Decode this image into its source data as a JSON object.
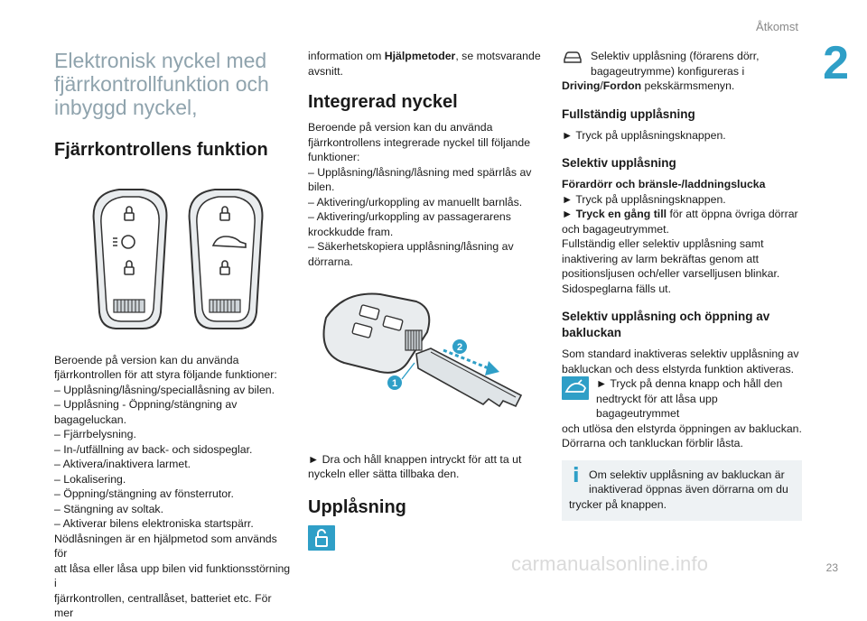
{
  "header": {
    "section_title": "Åtkomst",
    "chapter_number": "2"
  },
  "col1": {
    "main_title_lines": [
      "Elektronisk nyckel med",
      "fjärrkontrollfunktion och",
      "inbyggd nyckel,"
    ],
    "heading": "Fjärrkontrollens funktion",
    "body_lines": [
      "Beroende på version kan du använda",
      "fjärrkontrollen för att styra följande funktioner:",
      "–  Upplåsning/låsning/speciallåsning av bilen.",
      "–  Upplåsning - Öppning/stängning av",
      "bagageluckan.",
      "–  Fjärrbelysning.",
      "–  In-/utfällning av back- och sidospeglar.",
      "–  Aktivera/inaktivera larmet.",
      "–  Lokalisering.",
      "–  Öppning/stängning av fönsterrutor.",
      "–  Stängning av soltak.",
      "–  Aktiverar bilens elektroniska startspärr.",
      "Nödlåsningen är en hjälpmetod som används för",
      "att låsa eller låsa upp bilen vid funktionsstörning i",
      "fjärrkontrollen, centrallåset, batteriet etc. För mer"
    ]
  },
  "col2": {
    "intro_pre": "information om ",
    "intro_bold": "Hjälpmetoder",
    "intro_post": ", se motsvarande",
    "intro_line2": "avsnitt.",
    "heading": "Integrerad nyckel",
    "body_lines": [
      "Beroende på version kan du använda",
      "fjärrkontrollens integrerade nyckel till följande",
      "funktioner:",
      "–  Upplåsning/låsning/låsning med spärrlås av",
      "bilen.",
      "–  Aktivering/urkoppling av manuellt barnlås.",
      "–  Aktivering/urkoppling av passagerarens",
      "krockkudde fram.",
      "–  Säkerhetskopiera upplåsning/låsning av",
      "dörrarna."
    ],
    "callout_1": "1",
    "callout_2": "2",
    "instruction_lines": [
      "►  Dra och håll knappen intryckt för att ta ut",
      "nyckeln eller sätta tillbaka den."
    ],
    "heading2": "Upplåsning"
  },
  "col3": {
    "intro_lines": [
      "Selektiv upplåsning (förarens dörr,",
      "bagageutrymme) konfigureras i"
    ],
    "intro_bold": "Driving",
    "intro_sep": "/",
    "intro_bold2": "Fordon",
    "intro_post": " pekskärmsmenyn.",
    "heading_full": "Fullständig upplåsning",
    "full_step": "►  Tryck på upplåsningsknappen.",
    "heading_selective": "Selektiv upplåsning",
    "subheading": "Förardörr och bränsle-/laddningslucka",
    "step1": "►  Tryck på upplåsningsknappen.",
    "step2_bold": "►  Tryck en gång till",
    "step2_post": " för att öppna övriga dörrar",
    "step2_line2": "och bagageutrymmet.",
    "sel_lines": [
      "Fullständig eller selektiv upplåsning samt",
      "inaktivering av larm bekräftas genom att",
      "positionsljusen och/eller varselljusen blinkar.",
      "Sidospeglarna fälls ut."
    ],
    "heading_trunk": "Selektiv upplåsning och öppning av bakluckan",
    "trunk_lines": [
      "Som standard inaktiveras selektiv upplåsning av",
      "bakluckan och dess elstyrda funktion aktiveras."
    ],
    "trunk_icon_lines": [
      "►  Tryck på denna knapp och håll den",
      "nedtryckt för att låsa upp bagageutrymmet"
    ],
    "trunk_after_lines": [
      "och utlösa den elstyrda öppningen av bakluckan.",
      "Dörrarna och tankluckan förblir låsta."
    ],
    "info_i": "i",
    "info_lines": [
      "Om selektiv upplåsning av bakluckan är",
      "inaktiverad öppnas även dörrarna om du"
    ],
    "info_last": "trycker på knappen."
  },
  "footer": {
    "page_number": "23",
    "watermark": "carmanualsonline.info"
  },
  "colors": {
    "accent": "#2f9fc7",
    "title_gray": "#8fa3ad",
    "info_bg": "#eef2f4"
  }
}
